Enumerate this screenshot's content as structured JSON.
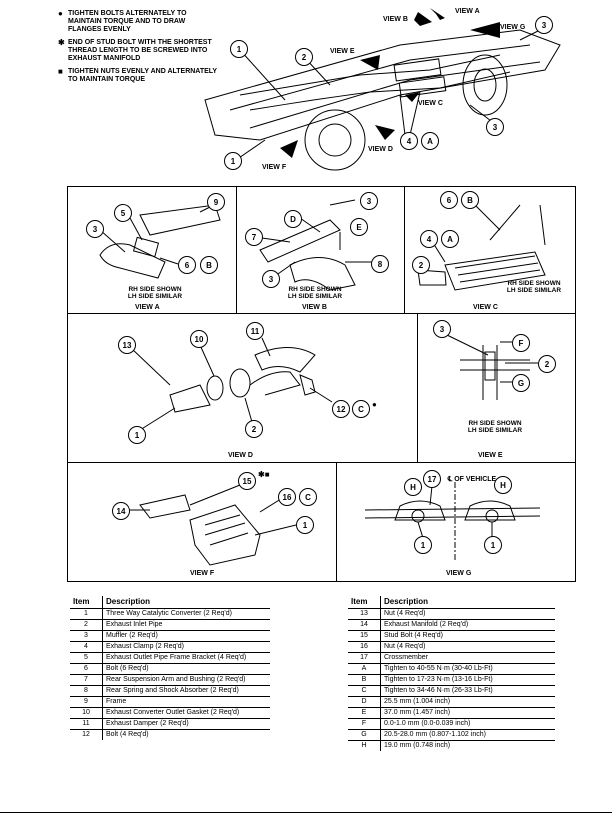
{
  "notes": [
    {
      "symbol": "●",
      "text": "TIGHTEN BOLTS ALTERNATELY TO MAINTAIN TORQUE AND TO DRAW FLANGES EVENLY"
    },
    {
      "symbol": "✱",
      "text": "END OF STUD BOLT WITH THE SHORTEST THREAD LENGTH TO BE SCREWED INTO EXHAUST MANIFOLD"
    },
    {
      "symbol": "■",
      "text": "TIGHTEN NUTS EVENLY AND ALTERNATELY TO MAINTAIN TORQUE"
    }
  ],
  "overview": {
    "view_labels": [
      "VIEW A",
      "VIEW B",
      "VIEW G",
      "VIEW E",
      "VIEW C",
      "VIEW D",
      "VIEW F"
    ],
    "callouts": [
      "1",
      "2",
      "3",
      "3",
      "4",
      "A",
      "1"
    ]
  },
  "views": {
    "a": {
      "title": "VIEW A",
      "caption1": "RH SIDE SHOWN",
      "caption2": "LH SIDE SIMILAR",
      "callouts": [
        "9",
        "5",
        "3",
        "6",
        "B"
      ]
    },
    "b": {
      "title": "VIEW B",
      "caption1": "RH SIDE SHOWN",
      "caption2": "LH SIDE SIMILAR",
      "callouts": [
        "3",
        "D",
        "E",
        "7",
        "8",
        "3"
      ]
    },
    "c": {
      "title": "VIEW C",
      "caption1": "RH SIDE SHOWN",
      "caption2": "LH SIDE SIMILAR",
      "callouts": [
        "6",
        "B",
        "4",
        "A",
        "2"
      ]
    },
    "d": {
      "title": "VIEW D",
      "callouts": [
        "13",
        "10",
        "11",
        "12",
        "C",
        "1",
        "2"
      ],
      "mark": "●"
    },
    "e": {
      "title": "VIEW E",
      "caption1": "RH SIDE SHOWN",
      "caption2": "LH SIDE SIMILAR",
      "callouts": [
        "3",
        "F",
        "2",
        "G"
      ]
    },
    "f": {
      "title": "VIEW F",
      "callouts": [
        "15",
        "16",
        "C",
        "14",
        "1"
      ],
      "mark": "✱■"
    },
    "g": {
      "title": "VIEW G",
      "callouts": [
        "H",
        "17",
        "H",
        "1",
        "1"
      ],
      "centerline": "℄ OF VEHICLE"
    }
  },
  "legend": {
    "header_item": "Item",
    "header_desc": "Description",
    "left": [
      [
        "1",
        "Three Way Catalytic Converter (2 Req'd)"
      ],
      [
        "2",
        "Exhaust Inlet Pipe"
      ],
      [
        "3",
        "Muffler (2 Req'd)"
      ],
      [
        "4",
        "Exhaust Clamp (2 Req'd)"
      ],
      [
        "5",
        "Exhaust Outlet Pipe Frame Bracket (4 Req'd)"
      ],
      [
        "6",
        "Bolt (6 Req'd)"
      ],
      [
        "7",
        "Rear Suspension Arm and Bushing (2 Req'd)"
      ],
      [
        "8",
        "Rear Spring and Shock Absorber (2 Req'd)"
      ],
      [
        "9",
        "Frame"
      ],
      [
        "10",
        "Exhaust Converter Outlet Gasket (2 Req'd)"
      ],
      [
        "11",
        "Exhaust Damper (2 Req'd)"
      ],
      [
        "12",
        "Bolt (4 Req'd)"
      ]
    ],
    "right": [
      [
        "13",
        "Nut (4 Req'd)"
      ],
      [
        "14",
        "Exhaust Manifold (2 Req'd)"
      ],
      [
        "15",
        "Stud Bolt (4 Req'd)"
      ],
      [
        "16",
        "Nut (4 Req'd)"
      ],
      [
        "17",
        "Crossmember"
      ],
      [
        "A",
        "Tighten to 40-55 N·m (30-40 Lb-Ft)"
      ],
      [
        "B",
        "Tighten to 17-23 N·m (13-16 Lb-Ft)"
      ],
      [
        "C",
        "Tighten to 34-46 N·m (26-33 Lb-Ft)"
      ],
      [
        "D",
        "25.5 mm (1.004 inch)"
      ],
      [
        "E",
        "37.0 mm (1.457 inch)"
      ],
      [
        "F",
        "0.0-1.0 mm (0.0-0.039 inch)"
      ],
      [
        "G",
        "20.5-28.0 mm (0.807-1.102 inch)"
      ],
      [
        "H",
        "19.0 mm (0.748 inch)"
      ]
    ]
  }
}
